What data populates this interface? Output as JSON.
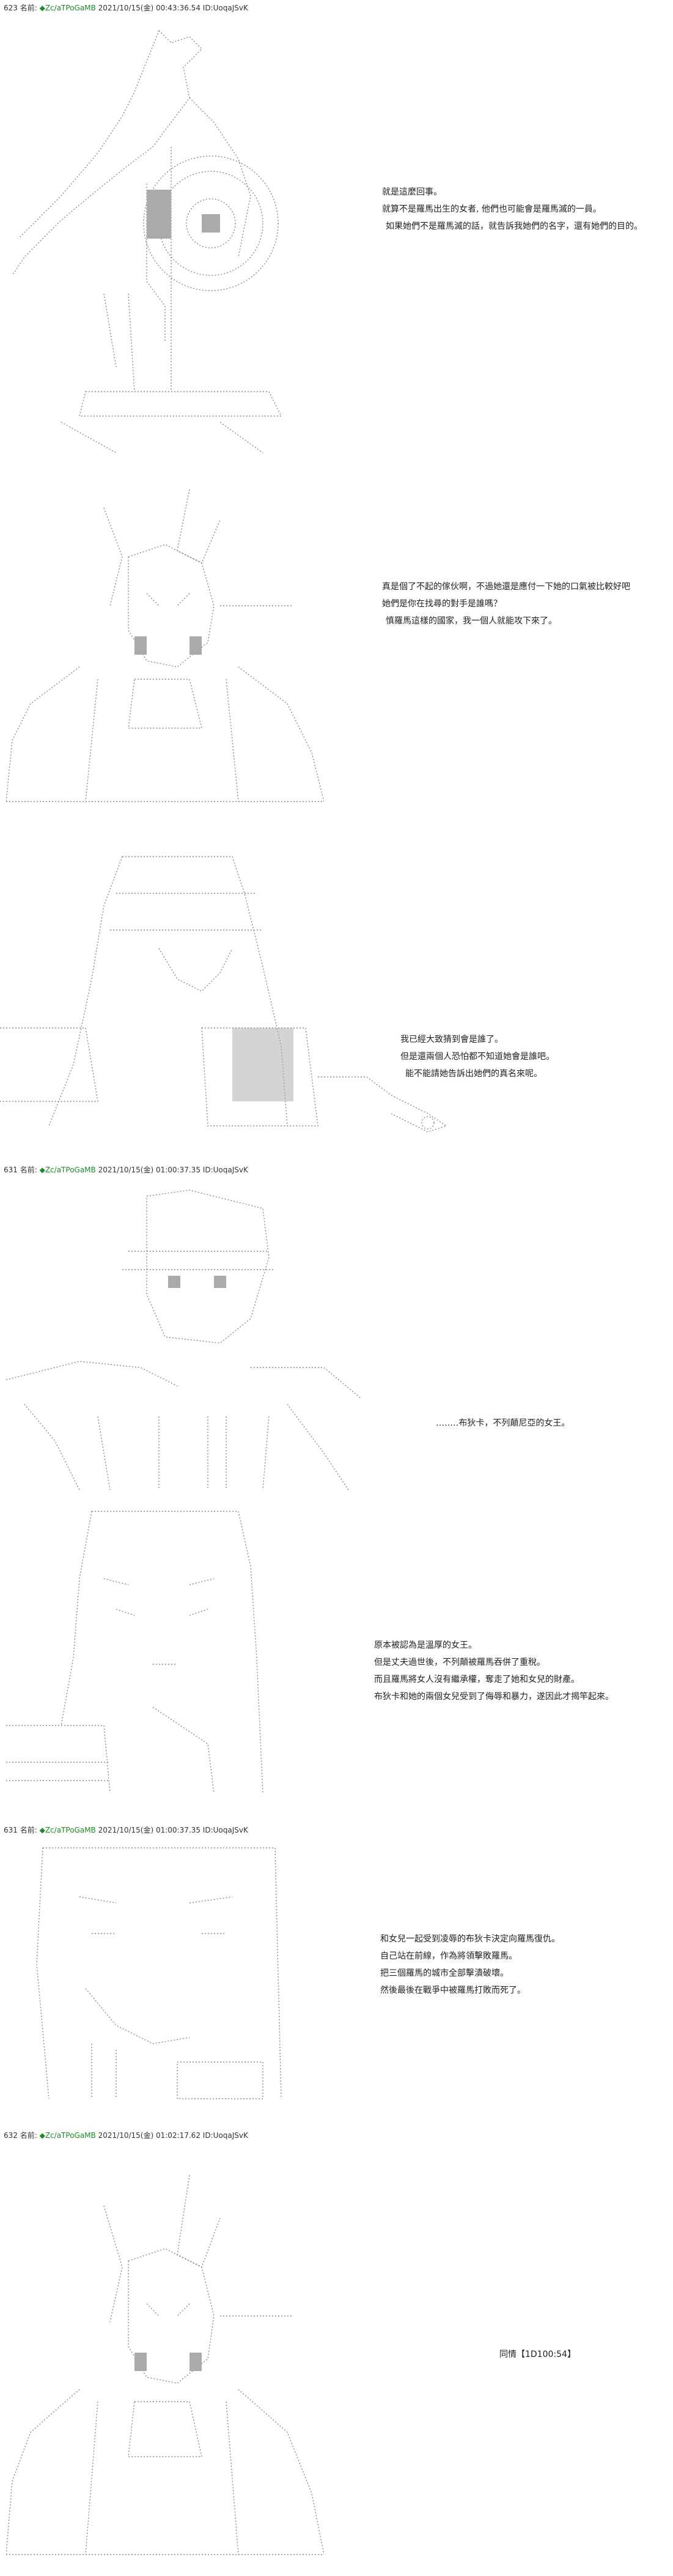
{
  "posts": [
    {
      "header": {
        "number": "623",
        "name_label": "名前:",
        "trip": "◆Zc/aTPoGaMB",
        "date": "2021/10/15(金)",
        "time": "00:43:36.54",
        "id": "ID:UoqaJSvK"
      },
      "panels": [
        {
          "art_icon": "knight-with-round-shield-ascii-art",
          "lines": [
            "就是這麼回事。",
            "就算不是羅馬出生的女者, 他們也可能會是羅馬滅的一員。",
            "如果她們不是羅馬滅的話，就告訴我她們的名字，還有她們的目的。"
          ]
        }
      ]
    },
    {
      "header": null,
      "panels": [
        {
          "art_icon": "armored-figure-with-horned-helmet-ascii-art",
          "lines": [
            "真是個了不起的傢伙啊，不過她還是應付一下她的口氣被比較好吧",
            "她們是你在找尋的對手是誰嗎？",
            "慎羅馬這樣的國家，我一個人就能攻下來了。"
          ]
        },
        {
          "art_icon": "hooded-warrior-with-sword-ascii-art",
          "lines": [
            "我已經大致猜到會是誰了。",
            "但是還兩個人恐怕都不知道她會是誰吧。",
            "能不能請她告訴出她們的真名來呢。"
          ]
        }
      ]
    },
    {
      "header": {
        "number": "631",
        "name_label": "名前:",
        "trip": "◆Zc/aTPoGaMB",
        "date": "2021/10/15(金)",
        "time": "01:00:37.35",
        "id": "ID:UoqaJSvK"
      },
      "panels": [
        {
          "art_icon": "queen-in-flowing-robes-ascii-art",
          "lines": [
            "‥‥‥‥布狄卡，不列顛尼亞的女王。"
          ]
        },
        {
          "art_icon": "long-haired-woman-ascii-art",
          "lines": [
            "原本被認為是溫厚的女王。",
            "但是丈夫過世後，不列顛被羅馬吞併了重稅。",
            "而且羅馬將女人沒有繼承權，奪走了她和女兒的財產。",
            "布狄卡和她的兩個女兒受到了侮辱和暴力，遂因此才揭竿起來。"
          ]
        }
      ]
    },
    {
      "header": {
        "number": "631",
        "name_label": "名前:",
        "trip": "◆Zc/aTPoGaMB",
        "date": "2021/10/15(金)",
        "time": "01:00:37.35",
        "id": "ID:UoqaJSvK"
      },
      "panels": [
        {
          "art_icon": "woman-head-portrait-ascii-art",
          "lines": [
            "和女兒一起受到凌辱的布狄卡決定向羅馬復仇。",
            "自己站在前線，作為將領擊敗羅馬。",
            "把三個羅馬的城市全部擊潰破壞。",
            "然後最後在戰爭中被羅馬打敗而死了。"
          ]
        }
      ]
    },
    {
      "header": {
        "number": "632",
        "name_label": "名前:",
        "trip": "◆Zc/aTPoGaMB",
        "date": "2021/10/15(金)",
        "time": "01:02:17.62",
        "id": "ID:UoqaJSvK"
      },
      "panels": [
        {
          "art_icon": "armored-figure-with-horned-helmet-ascii-art",
          "lines": [
            "同情【1D100:54】"
          ]
        }
      ]
    }
  ]
}
